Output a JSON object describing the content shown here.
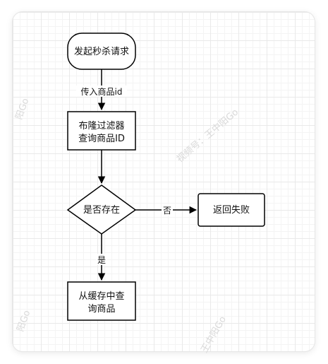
{
  "nodes": {
    "start": {
      "label": "发起秒杀请求"
    },
    "bloom": {
      "line1": "布隆过滤器",
      "line2": "查询商品ID"
    },
    "exists": {
      "label": "是否存在"
    },
    "fail": {
      "label": "返回失败"
    },
    "cache": {
      "line1": "从缓存中查",
      "line2": "询商品"
    }
  },
  "edges": {
    "start_to_bloom": "传入商品id",
    "exists_to_fail": "否",
    "exists_to_cache": "是"
  },
  "watermark": {
    "text": "视频号：王中阳Go",
    "fragment_left": "阳Go",
    "fragment_bottom": "王中阳Go"
  },
  "colors": {
    "stroke": "#000000",
    "text": "#111111",
    "grid": "#e9e9e9"
  }
}
